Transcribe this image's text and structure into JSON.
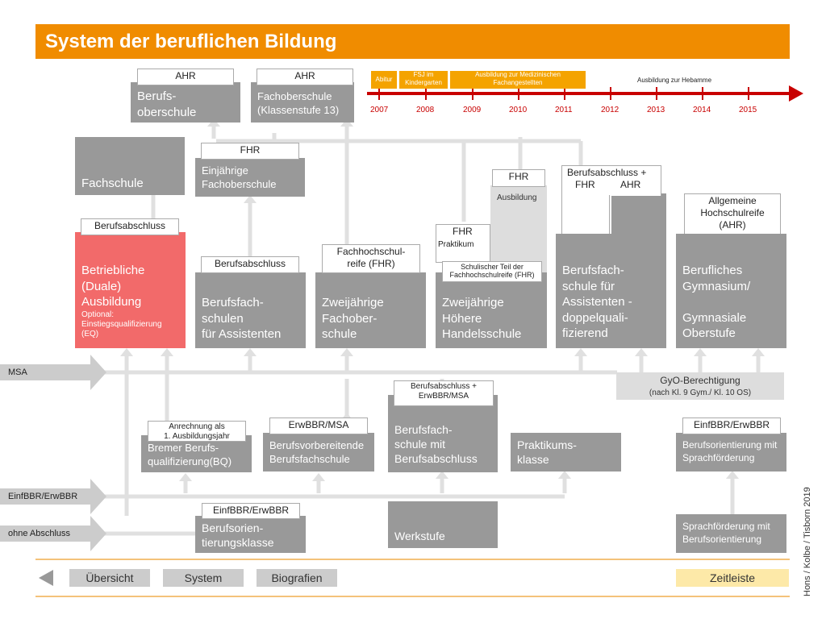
{
  "title": "System der beruflichen Bildung",
  "timeline": {
    "years": [
      "2007",
      "2008",
      "2009",
      "2010",
      "2011",
      "2012",
      "2013",
      "2014",
      "2015"
    ],
    "phases": [
      {
        "label": "Abitur"
      },
      {
        "label": "FSJ im Kindergarten"
      },
      {
        "label": "Ausbildung zur Medizinischen Fachangestellten"
      }
    ],
    "plain_phase": "Ausbildung zur Hebamme"
  },
  "top": {
    "berufsoberschule": {
      "tag": "AHR",
      "name": "Berufs-\noberschule"
    },
    "fachoberschule13": {
      "tag": "AHR",
      "name": "Fachoberschule\n(Klassenstufe 13)"
    }
  },
  "middle": {
    "fachschule": {
      "name": "Fachschule"
    },
    "fos_einjaehrig": {
      "tag": "FHR",
      "name": "Einjährige\nFachoberschule"
    },
    "hhs_fhr_tag": "FHR",
    "hhs_ausbildung": "Ausbildung",
    "dq_tag": "Berufsabschluss +",
    "dq_fhr": "FHR",
    "dq_ahr": "AHR",
    "ahr_tag": "Allgemeine\nHochschulreife\n(AHR)"
  },
  "row_main": {
    "duale": {
      "tag": "Berufsabschluss",
      "name": "Betriebliche\n(Duale)\nAusbildung",
      "optional": "Optional:\nEinstiegsqualifizierung\n(EQ)"
    },
    "bfs_assist": {
      "tag": "Berufsabschluss",
      "name": "Berufsfach-\nschulen\nfür Assistenten"
    },
    "fos_2j": {
      "tag": "Fachhochschul-\nreife (FHR)",
      "name": "Zweijährige\nFachober-\nschule"
    },
    "hhs": {
      "tag": "FHR",
      "praktikum": "Praktikum",
      "school_part": "Schulischer Teil der\nFachhochschulreife (FHR)",
      "name": "Zweijährige\nHöhere\nHandelsschule"
    },
    "bfs_dq": {
      "name": "Berufsfach-\nschule für\nAssistenten -\ndoppelquali-\nfizierend"
    },
    "gym": {
      "name": "Berufliches\nGymnasium/\n\nGymnasiale\nOberstufe"
    }
  },
  "arrows": {
    "msa": "MSA",
    "einf": "EinfBBR/ErwBBR",
    "ohne": "ohne Abschluss"
  },
  "gyo": {
    "title": "GyO-Berechtigung",
    "sub": "(nach Kl. 9 Gym./  Kl. 10 OS)"
  },
  "row_lower": {
    "bq": {
      "tag": "Anrechnung als\n1. Ausbildungsjahr",
      "name": "Bremer Berufs-\nqualifizierung(BQ)"
    },
    "bvb": {
      "tag": "ErwBBR/MSA",
      "name": "Berufsvorbereitende\nBerufsfachschule"
    },
    "bfs_ba": {
      "tag": "Berufsabschluss +\nErwBBR/MSA",
      "name": "Berufsfach-\nschule mit\nBerufsabschluss"
    },
    "prak": {
      "name": "Praktikums-\nklasse"
    },
    "bo_sprach": {
      "tag": "EinfBBR/ErwBBR",
      "name": "Berufsorientierung mit\nSprachförderung"
    }
  },
  "row_bottom": {
    "bok": {
      "tag": "EinfBBR/ErwBBR",
      "name": "Berufsorien-\ntierungsklasse"
    },
    "werkstufe": {
      "name": "Werkstufe"
    },
    "sprach_bo": {
      "name": "Sprachförderung mit\nBerufsorientierung"
    }
  },
  "nav": {
    "overview": "Übersicht",
    "system": "System",
    "bio": "Biografien",
    "timeline": "Zeitleiste"
  },
  "credit": "Hons / Kolbe / Tisborn 2019",
  "colors": {
    "accent": "#f08c00",
    "box": "#999999",
    "red_box": "#f26a6a",
    "timeline": "#c80000"
  }
}
